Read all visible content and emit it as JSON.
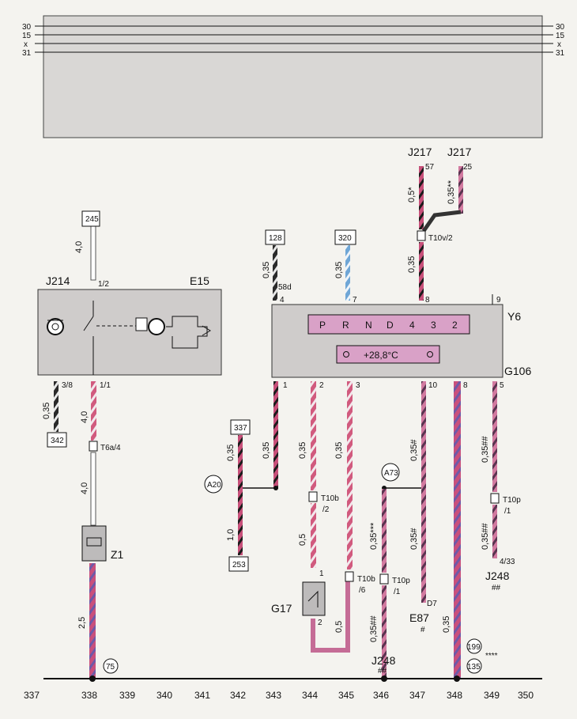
{
  "top_rails": {
    "left_labels": [
      "30",
      "15",
      "x",
      "31"
    ],
    "right_labels": [
      "30",
      "15",
      "x",
      "31"
    ]
  },
  "components": {
    "J214": "J214",
    "E15": "E15",
    "Z1": "Z1",
    "G17": "G17",
    "Y6": "Y6",
    "G106": "G106",
    "J217_a": "J217",
    "J217_b": "J217",
    "J248_right": "J248",
    "J248_right_mark": "##",
    "J248_bottom": "J248",
    "J248_bottom_mark": "##",
    "E87": "E87",
    "E87_mark": "#",
    "D7": "D7"
  },
  "display": {
    "gear_letters": [
      "P",
      "R",
      "N",
      "D",
      "4",
      "3",
      "2"
    ],
    "temp_text": "+28,8°C"
  },
  "ref_boxes": {
    "b245": "245",
    "b342": "342",
    "b337": "337",
    "b253": "253",
    "b128": "128",
    "b320": "320"
  },
  "ground_points": {
    "g75": "75",
    "g199": "199",
    "g135": "135",
    "g199_mark": "****"
  },
  "junctions": {
    "A20": "A20",
    "A73": "A73"
  },
  "connectors": {
    "T6a4": "T6a/4",
    "T10v2": "T10v/2",
    "T10b2": "T10b",
    "T10b2_sub": "/2",
    "T10b6": "T10b",
    "T10b6_sub": "/6",
    "T10p1a": "T10p",
    "T10p1a_sub": "/1",
    "T10p1b": "T10p",
    "T10p1b_sub": "/1"
  },
  "pins": {
    "p12": "1/2",
    "p38": "3/8",
    "p11": "1/1",
    "p4": "4",
    "p58d": "58d",
    "p7": "7",
    "p8": "8",
    "p9": "9",
    "p1": "1",
    "p2": "2",
    "p3": "3",
    "p10": "10",
    "p8b": "8",
    "p5": "5",
    "p57": "57",
    "p25": "25",
    "g17_1": "1",
    "g17_2": "2",
    "p433": "4/33"
  },
  "wire_sizes": {
    "w_245": "4,0",
    "w_342": "0,35",
    "w_11": "4,0",
    "w_t6": "4,0",
    "w_z1": "2,5",
    "w_57": "0,5*",
    "w_25": "0,35**",
    "w_8": "0,35",
    "w_128": "0,35",
    "w_320": "0,35",
    "w_337": "0,35",
    "w_253": "1,0",
    "w_1": "0,35",
    "w_2": "0,35",
    "w_2b": "0,5",
    "w_3": "0,35",
    "w_3b": "0,5",
    "w_10": "0,35#",
    "w_10b": "0,35#",
    "w_346a": "0,35***",
    "w_346b": "0,35##",
    "w_348": "0,35",
    "w_5a": "0,35##",
    "w_5b": "0,35##"
  },
  "bottom_scale": [
    "337",
    "338",
    "339",
    "340",
    "341",
    "342",
    "343",
    "344",
    "345",
    "346",
    "347",
    "348",
    "349",
    "350"
  ]
}
